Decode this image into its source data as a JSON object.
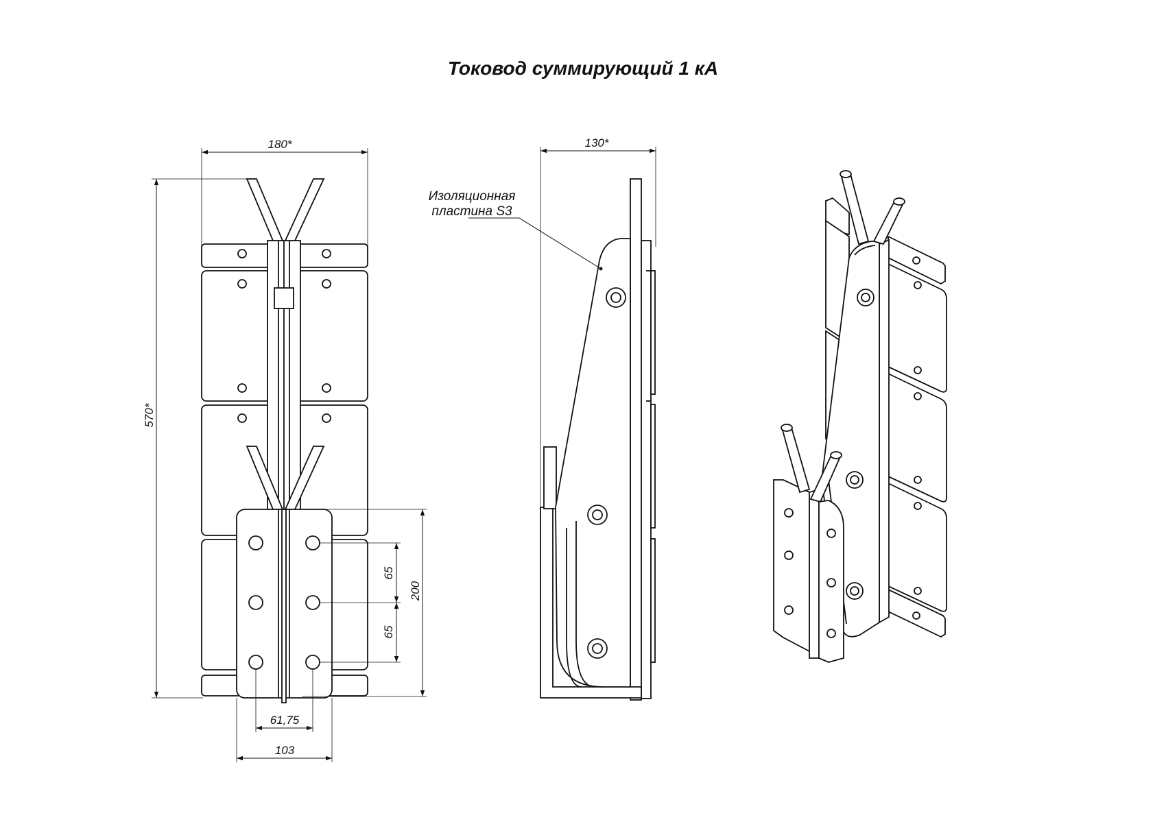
{
  "title": "Токовод суммирующий 1 кА",
  "dimensions": {
    "front_width": "180*",
    "front_height": "570*",
    "side_width": "130*",
    "hole_pitch_upper": "65",
    "hole_pitch_lower": "65",
    "clamp_height": "200",
    "hole_spacing": "61,75",
    "clamp_width": "103"
  },
  "callout": {
    "line1": "Изоляционная",
    "line2": "пластина S3"
  },
  "colors": {
    "line": "#111111",
    "background": "#ffffff"
  }
}
